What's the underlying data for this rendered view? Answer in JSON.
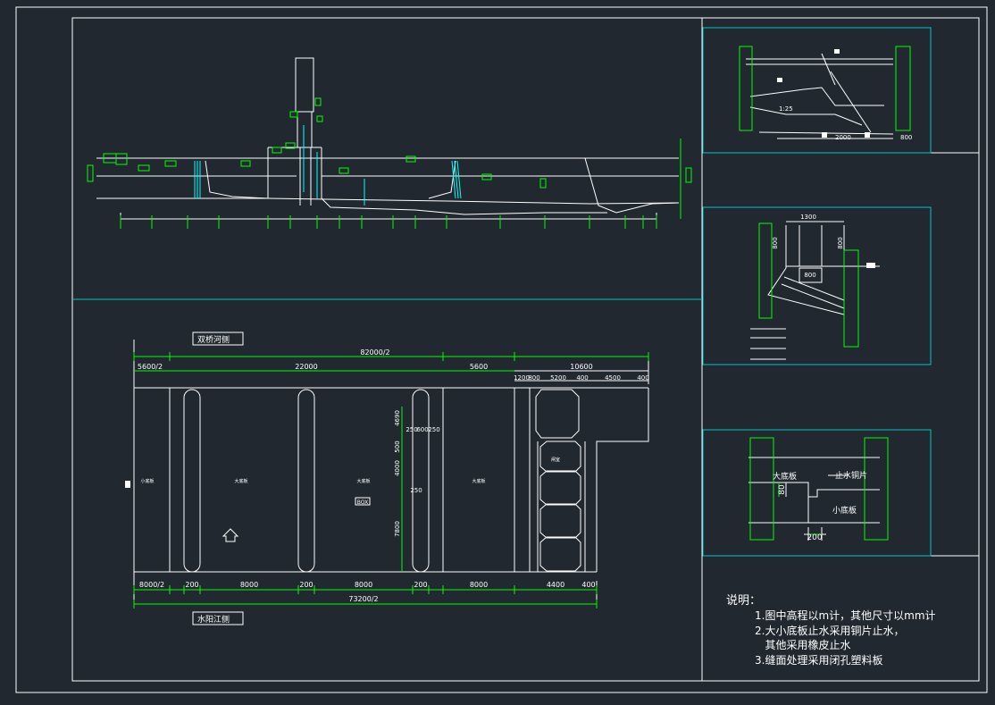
{
  "colors": {
    "background": "#212830",
    "line": "#ffffff",
    "frame": "#00c8c8",
    "green": "#00ff00",
    "cyan": "#00ffff",
    "yellow": "#ffff00",
    "text": "#ffffff"
  },
  "plan": {
    "label_top": "双桥河侧",
    "label_bottom": "水阳江侧",
    "dim_overall_top": "82000/2",
    "dims_top": [
      "5600/2",
      "22000",
      "5600",
      "10600"
    ],
    "dims_top_small": [
      "1200",
      "800",
      "5200",
      "400",
      "4500",
      "400"
    ],
    "dims_side": [
      "4690",
      "250",
      "600",
      "250",
      "4000",
      "500",
      "250",
      "7800"
    ],
    "dims_bottom": [
      "8000/2",
      "200",
      "8000",
      "200",
      "8000",
      "200",
      "8000",
      "4400",
      "400"
    ],
    "dim_overall_bottom": "73200/2",
    "box_label": "BOX",
    "room_labels": [
      "小底板",
      "大底板",
      "大底板",
      "大底板",
      "闸室"
    ]
  },
  "detail_top": {
    "labels": [
      "2000",
      "1:25",
      "800"
    ]
  },
  "detail_mid": {
    "dims": [
      "1300",
      "800",
      "800",
      "800"
    ]
  },
  "detail_joint": {
    "label_big": "大底板",
    "label_copper": "止水铜片",
    "label_small": "小底板",
    "dim_v": "80",
    "dim_h": "200"
  },
  "notes": {
    "title": "说明：",
    "items": [
      "1.图中高程以m计，其他尺寸以mm计",
      "2.大小底板止水采用铜片止水，",
      "   其他采用橡皮止水",
      "3.缝面处理采用闭孔塑料板"
    ]
  }
}
